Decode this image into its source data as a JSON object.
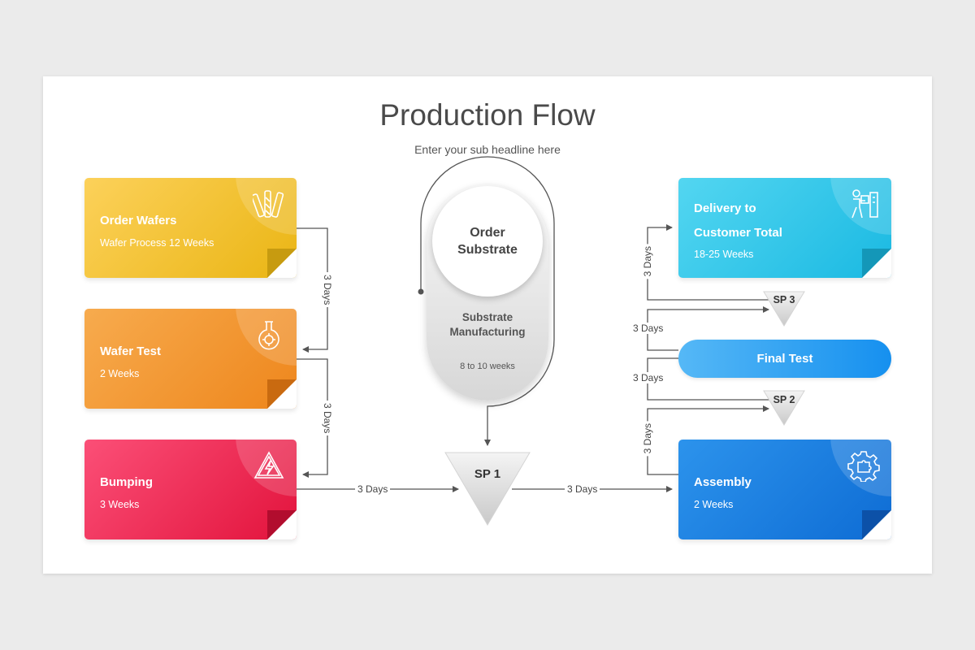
{
  "header": {
    "title": "Production Flow",
    "subtitle": "Enter your sub headline here"
  },
  "cards": {
    "order_wafers": {
      "title": "Order Wafers",
      "sub": "Wafer Process 12 Weeks",
      "color": "#f3c02a",
      "icon": "wafer-sticks-icon"
    },
    "wafer_test": {
      "title": "Wafer Test",
      "sub": "2 Weeks",
      "color": "#f29730",
      "icon": "flask-icon"
    },
    "bumping": {
      "title": "Bumping",
      "sub": "3 Weeks",
      "color": "#ee2a55",
      "icon": "warning-icon"
    },
    "delivery": {
      "title_line1": "Delivery to",
      "title_line2": "Customer Total",
      "sub": "18-25 Weeks",
      "color": "#2fc6ea",
      "icon": "delivery-person-icon"
    },
    "assembly": {
      "title": "Assembly",
      "sub": "2 Weeks",
      "color": "#1a7fe0",
      "icon": "gear-puzzle-icon"
    }
  },
  "final_test": {
    "label": "Final Test"
  },
  "center": {
    "circle_line1": "Order",
    "circle_line2": "Substrate",
    "label_line1": "Substrate",
    "label_line2": "Manufacturing",
    "sub": "8 to 10 weeks"
  },
  "stations": {
    "sp1": "SP 1",
    "sp2": "SP 2",
    "sp3": "SP 3"
  },
  "connectors": {
    "order_to_test": "3 Days",
    "test_to_bump": "3 Days",
    "bump_to_sp1": "3 Days",
    "sp1_to_assembly": "3 Days",
    "assembly_to_sp2": "3 Days",
    "sp2_to_final": "3 Days",
    "final_to_sp3": "3 Days",
    "sp3_to_delivery": "3 Days"
  }
}
